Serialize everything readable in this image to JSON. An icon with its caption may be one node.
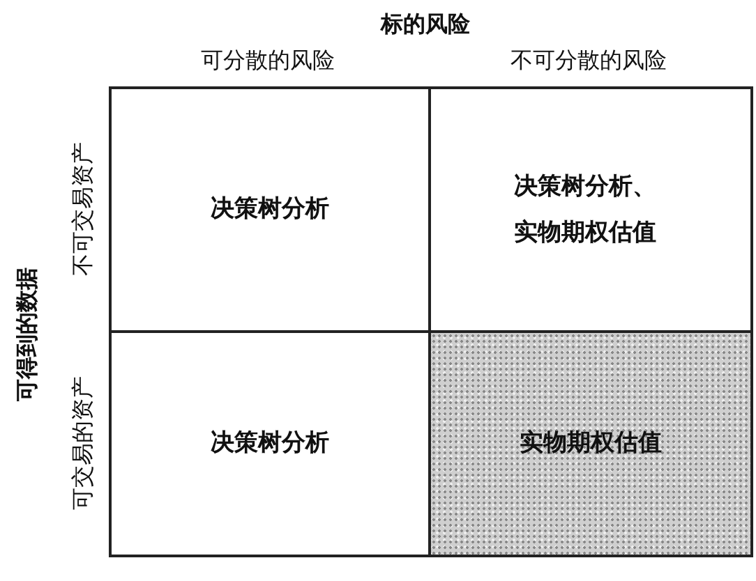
{
  "diagram": {
    "labels": [
      "标的风险",
      "可分散的风险",
      "不可分散的风险",
      "可得到的数据",
      "不可交易资产",
      "决策树分析",
      "决策树分析、实物期权估值",
      "可交易的资产",
      "决策树分析",
      "实物期权估值"
    ]
  }
}
